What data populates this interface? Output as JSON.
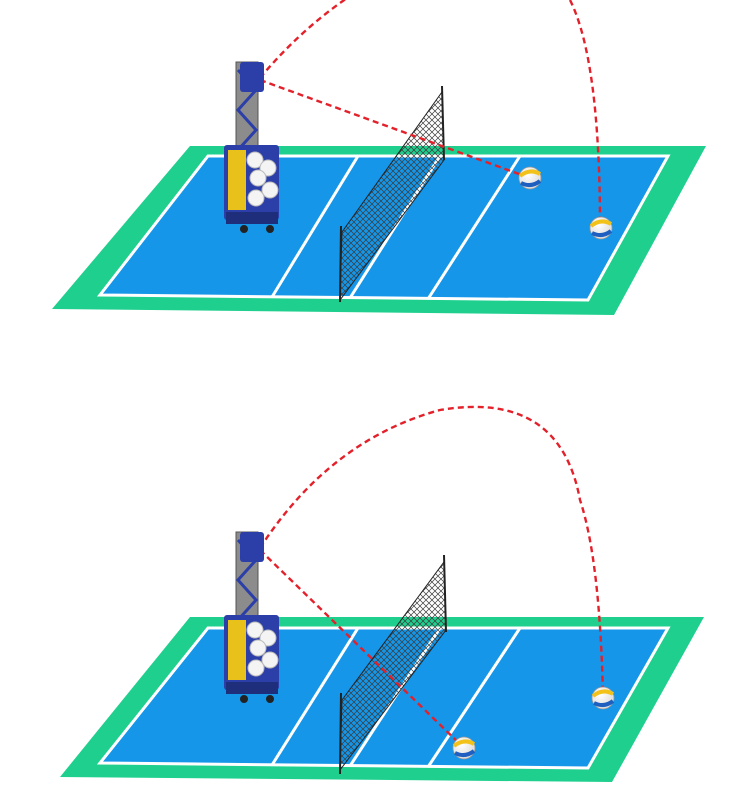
{
  "colors": {
    "background": "#ffffff",
    "outer_court": "#1ecf8e",
    "inner_court": "#1596e8",
    "court_lines": "#ffffff",
    "net": "#2a2a2a",
    "trajectory": "#e3212b",
    "machine_body": "#e8c21a",
    "machine_frame": "#2c3fa8",
    "ball_yellow": "#f2c21a",
    "ball_blue": "#1f5fbf"
  },
  "scenes": [
    {
      "id": "top",
      "machine": "volleyball-machine",
      "balls": 2,
      "trajectories": [
        "line-drive-to-ball",
        "high-arc-to-ball"
      ]
    },
    {
      "id": "bottom",
      "machine": "volleyball-machine",
      "balls": 2,
      "trajectories": [
        "line-drive-to-ball",
        "high-arc-to-ball"
      ]
    }
  ]
}
